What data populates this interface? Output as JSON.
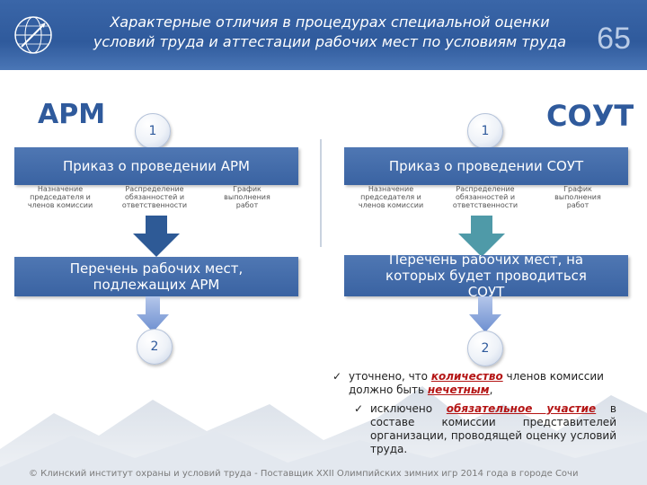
{
  "header": {
    "title_line1": "Характерные отличия в процедурах специальной оценки",
    "title_line2": "условий труда и аттестации рабочих мест по условиям труда",
    "slide_number": "65"
  },
  "left": {
    "label": "АРМ",
    "step1": "1",
    "order": "Приказ о проведении АРМ",
    "subitems": [
      "Назначение председателя и членов комиссии",
      "Распределение обязанностей и ответственности",
      "График выполнения работ"
    ],
    "list_line1": "Перечень рабочих мест,",
    "list_line2": "подлежащих АРМ",
    "step2": "2"
  },
  "right": {
    "label": "СОУТ",
    "step1": "1",
    "order": "Приказ о проведении СОУТ",
    "subitems": [
      "Назначение председателя и членов комиссии",
      "Распределение обязанностей и ответственности",
      "График выполнения работ"
    ],
    "list_line1": "Перечень рабочих мест, на",
    "list_line2": "которых будет проводиться",
    "list_line3": "СОУТ",
    "step2": "2"
  },
  "notes": {
    "check": "✓",
    "n1_a": "уточнено, что ",
    "n1_em1": "количество",
    "n1_b": " членов комиссии должно быть ",
    "n1_em2": "нечетным",
    "n1_c": ",",
    "n2_a": "исключено ",
    "n2_em": "обязательное участие",
    "n2_b": " в составе комиссии представителей организации, проводящей оценку условий труда."
  },
  "footer": {
    "text": "© Клинский институт охраны и условий труда - Поставщик XXII Олимпийских зимних игр 2014 года в городе Сочи"
  },
  "colors": {
    "header_blue": "#2f5a9c",
    "box_blue": "#4a72b0",
    "arrow_dark": "#2e5a96",
    "arrow_teal": "#4f9aa8",
    "accent_red": "#b41414"
  }
}
